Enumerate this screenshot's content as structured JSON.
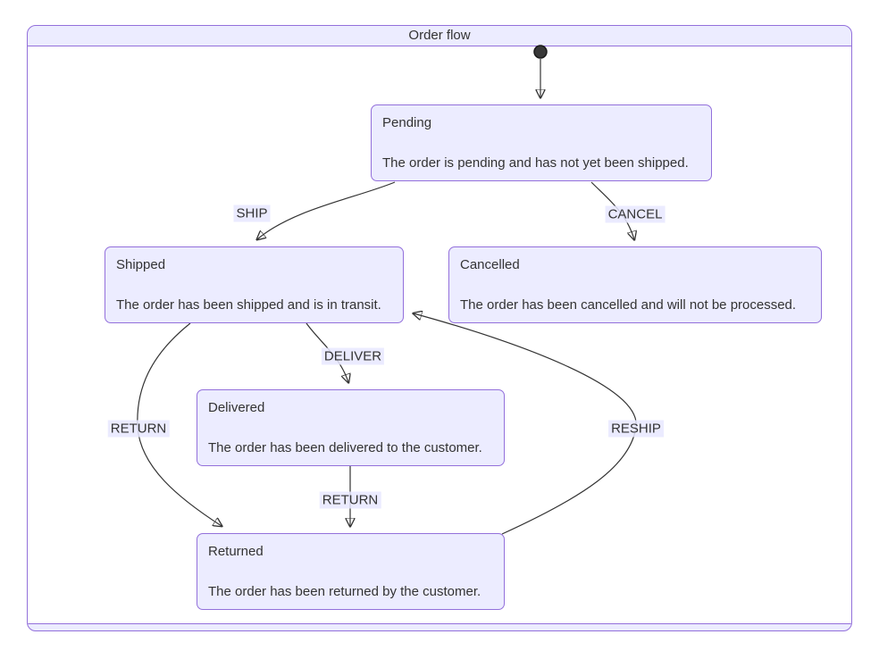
{
  "diagram": {
    "type": "state-diagram",
    "title": "Order flow",
    "states": [
      {
        "id": "pending",
        "name": "Pending",
        "description": "The order is pending and has not yet been shipped."
      },
      {
        "id": "shipped",
        "name": "Shipped",
        "description": "The order has been shipped and is in transit."
      },
      {
        "id": "cancelled",
        "name": "Cancelled",
        "description": "The order has been cancelled and will not be processed."
      },
      {
        "id": "delivered",
        "name": "Delivered",
        "description": "The order has been delivered to the customer."
      },
      {
        "id": "returned",
        "name": "Returned",
        "description": "The order has been returned by the customer."
      }
    ],
    "transitions": [
      {
        "from": "start",
        "to": "pending",
        "label": ""
      },
      {
        "from": "pending",
        "to": "shipped",
        "label": "SHIP"
      },
      {
        "from": "pending",
        "to": "cancelled",
        "label": "CANCEL"
      },
      {
        "from": "shipped",
        "to": "delivered",
        "label": "DELIVER"
      },
      {
        "from": "shipped",
        "to": "returned",
        "label": "RETURN"
      },
      {
        "from": "delivered",
        "to": "returned",
        "label": "RETURN"
      },
      {
        "from": "returned",
        "to": "shipped",
        "label": "RESHIP"
      }
    ],
    "colors": {
      "node_fill": "#ECECFF",
      "node_border": "#9370DB",
      "text": "#333333",
      "edge": "#333333",
      "edge_label_bg": "#e8e8ff",
      "canvas": "#ffffff"
    }
  }
}
